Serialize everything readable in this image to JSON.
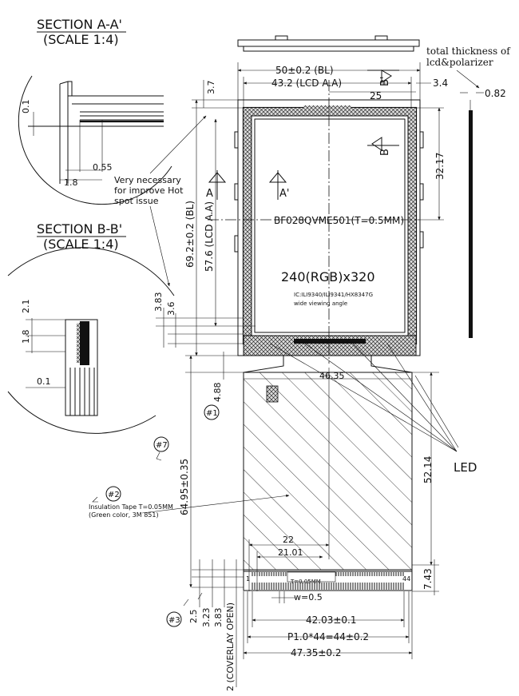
{
  "section_a": {
    "title": "SECTION A-A'",
    "scale": "(SCALE 1:4)",
    "dims": [
      "0.1",
      "0.55",
      "1.8"
    ]
  },
  "note_hot_spot": [
    "Very necessary",
    "for improve Hot",
    "spot issue"
  ],
  "section_b": {
    "title": "SECTION B-B'",
    "scale": "(SCALE 1:4)",
    "dims": [
      "2.1",
      "1.8",
      "0.1"
    ]
  },
  "thickness_note": [
    "total thickness of",
    "lcd&polarizer"
  ],
  "thickness_value": "0.82",
  "top_dims": {
    "bl_width": "50±0.2 (BL)",
    "lcd_aa_width": "43.2 (LCD A.A)",
    "d25": "25",
    "d34": "3.4",
    "d37": "3.7"
  },
  "left_dims": {
    "bl_height": "69.2±0.2 (BL)",
    "lcd_aa_height": "57.6 (LCD A.A)",
    "d383": "3.83",
    "d36": "3.6",
    "d488": "4.88",
    "total_height": "64.95±0.35"
  },
  "right_dims": {
    "d3217": "32.17",
    "d5214": "52.14",
    "d743": "7.43"
  },
  "section_markers": {
    "a": "A",
    "a_prime": "A'",
    "b": "B",
    "b_prime": "B'"
  },
  "panel": {
    "model": "BF028QVME501(T=0.5MM)",
    "resolution": "240(RGB)x320",
    "ic": "IC:ILI9340/ILI9341/HX8347G",
    "view": "wide viewing angle"
  },
  "fpc": {
    "d4635": "46.35",
    "d22": "22",
    "d2101": "21.01",
    "pin1": "1",
    "pin44": "44",
    "pitch": "w=0.5",
    "d4203": "42.03±0.1",
    "pin_span": "P1.0*44=44±0.2",
    "fpc_width": "47.35±0.2"
  },
  "tape_note": [
    "Insulation Tape T=0.05MM",
    "(Green color, 3M 851)"
  ],
  "stiffener_note": "T=0.05MM",
  "bottom_dims": {
    "d25": "2.5",
    "d323": "3.23",
    "d383": "3.83",
    "coverlay": "2 (COVERLAY OPEN)"
  },
  "callouts": {
    "c1": "#1",
    "c2": "#2",
    "c3": "#3",
    "c7": "#7"
  },
  "led_label": "LED"
}
